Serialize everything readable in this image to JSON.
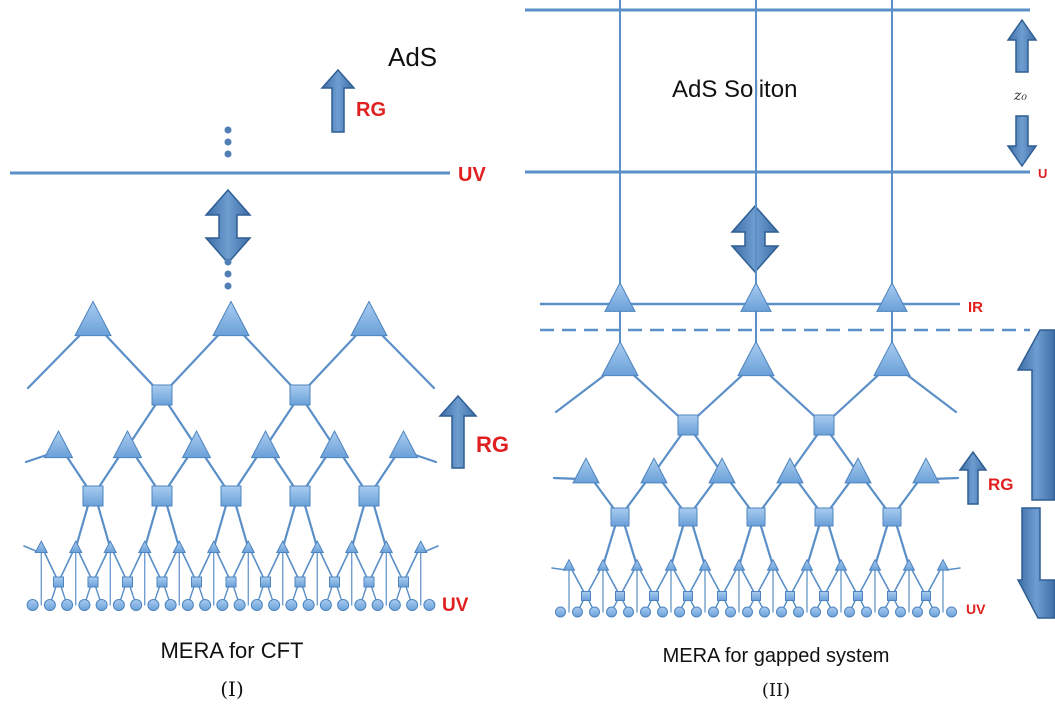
{
  "colors": {
    "line": "#5b8fc8",
    "node_fill": "#84b5e6",
    "node_stroke": "#4e84bf",
    "arrow_fill": "#4f7fb5",
    "arrow_stroke": "#2f5e93",
    "label_red": "#e02020",
    "text": "#111111"
  },
  "left_panel": {
    "ads_label": "AdS",
    "rg_label_top": "RG",
    "uv_label_top": "UV",
    "rg_label_mid": "RG",
    "uv_label_bottom": "UV",
    "caption": "MERA for CFT",
    "numeral": "(I)"
  },
  "right_panel": {
    "ads_soliton_label": "AdS Soliton",
    "z0_label": "z₀",
    "ir_label": "IR",
    "rg_label": "RG",
    "uv_label_top": "U",
    "uv_label_bottom": "UV",
    "caption": "MERA for gapped system",
    "numeral": "(II)"
  },
  "icons": {
    "up_arrow": "up-arrow-icon",
    "double_arrow": "double-arrow-icon",
    "ellipsis": "vertical-ellipsis-icon"
  }
}
